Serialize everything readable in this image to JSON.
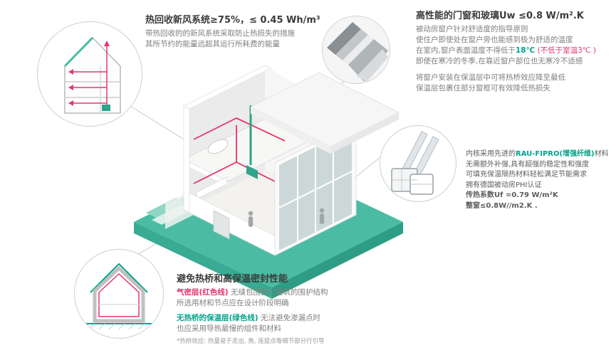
{
  "colors": {
    "accent_green": "#00A389",
    "accent_pink": "#E3366E",
    "ground_teal": "#4BBCA3"
  },
  "sections": {
    "ventilation": {
      "title": "热回收新风系统≥75%，≤ 0.45 Wh/m³",
      "line1": "带热回收的的新风系统采取防止热损失的措施",
      "line2": "其所节约的能量远超其运行所耗费的能量"
    },
    "windows": {
      "title": "高性能的门窗和玻璃Uw ≤0.8 W/m².K",
      "line1": "被动房窗户针对舒适度的指导原则",
      "line2": "使住户即使处在窗户旁也能感到极为舒适的温度",
      "line3a": "在室内,窗户表面温度不得低于",
      "line3b": "18℃",
      "line3c": " (不低于室温3℃ )",
      "line4": "即使在寒冷的冬季,在靠近窗户部位也无寒冷不适感",
      "line5": "将窗户安装在保温层中可将热桥效应降至最低",
      "line6": "保温层包裹住部分窗框可有效降低热损失"
    },
    "material": {
      "line1a": "内核采用先进的",
      "line1b": "RAU-FIPRO(增强纤维)",
      "line1c": "材料",
      "line2": "无需额外补强,具有超强的稳定性和强度",
      "line3": "可填充保温隔热材料轻松满足节能需求",
      "line4": "拥有德国被动房PHI认证",
      "line5": "传热系数Uf =0.79 W/m²K",
      "line6": "整窗≤0.8W//m2.K ."
    },
    "thermal": {
      "title": "避免热桥和高保温密封性能",
      "line1a": "气密层(红色线)",
      "line1b": " 无缝包围整个建筑的围护结构",
      "line2": "所选用材和节点应在设计阶段明确",
      "line3a": "无热桥的保温层(绿色线)",
      "line3b": " 无法避免渗漏点时",
      "line4": "也应采用导热最慢的组件和材料",
      "footnote": "*热桥效应: 热量易于走出, 角, 连接点等细节部分行引导"
    }
  }
}
